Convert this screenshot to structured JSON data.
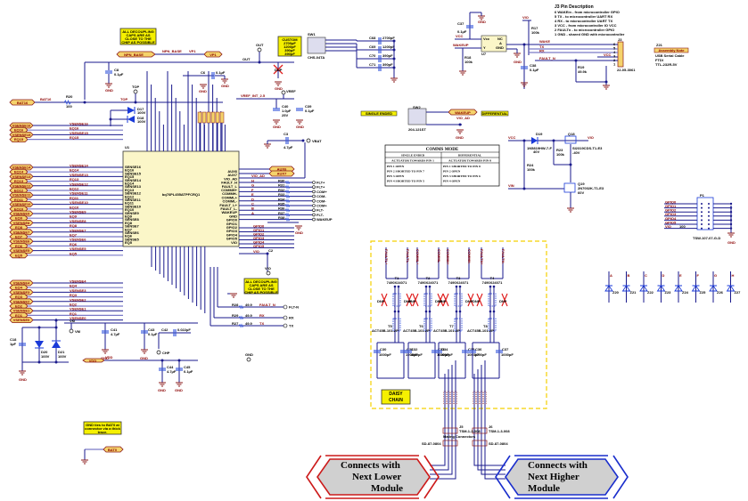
{
  "notes": {
    "decoupling_top": [
      "ALL DECOUPLING",
      "CAPS ARE AS",
      "CLOSE TO THE",
      "CHIP AS POSSIBLE"
    ],
    "decoupling_mid": [
      "ALL DECOUPLING",
      "CAPS ARE AS",
      "CLOSE TO THE",
      "CHIP AS POSSIBLE"
    ],
    "gnd_ties": [
      "GND ties to BAT0 at",
      "connector via a thick",
      "trace."
    ],
    "daisy_chain": [
      "DAISY",
      "CHAIN"
    ],
    "custom_caps": [
      "CUSTOM",
      "2700pF",
      "1200pF",
      "390pF",
      "390pF"
    ]
  },
  "j3": {
    "title": "J3 Pin Description",
    "lines": [
      "6 WAKEin - from microcontroller GPIO",
      "5 TX - to microcontroller UART RX",
      "4 RX - to microcontroller UART TX",
      "3 VCC - from microcontroller IO VCC",
      "2 FAULTn - to microcontroller GPIO",
      "1 GND - shared GND with microcontroller"
    ],
    "ref": "J3",
    "part": "22-05-3061",
    "nets": [
      "WAKE",
      "TX",
      "RX",
      "VCC",
      "FAULT_N"
    ]
  },
  "assembly": {
    "ref": "Z21",
    "badge": "Assembly Note",
    "lines": [
      "USB Serial Cable",
      "FTDI",
      "TTL-232R-5V"
    ]
  },
  "comms_table": {
    "title": "COMMS MODE",
    "headers": [
      "SINGLE ENDED",
      "DIFFERENTIAL"
    ],
    "subheaders": [
      "ACTUATOR TOWARDS PIN 1",
      "ACTUATOR TOWARDS PIN 8"
    ],
    "single_ended": [
      "PIN 1 OPEN",
      "PIN 2 SHORTED TO PIN 7",
      "PIN 3 OPEN",
      "PIN 4 SHORTED TO PIN 5"
    ],
    "differential": [
      "PIN 1 SHORTED TO PIN 8",
      "PIN 2 OPEN",
      "PIN 3 SHORTED TO PIN 6",
      "PIN 4 OPEN"
    ]
  },
  "ic": {
    "ref": "U1",
    "part": "bq76PL455ATPFCRQ1",
    "left_pins": [
      "SENSE16",
      "EQ16",
      "SENSE15",
      "EQ15",
      "SENSE14",
      "EQ14",
      "SENSE13",
      "EQ13",
      "SENSE12",
      "EQ12",
      "SENSE11",
      "EQ11",
      "SENSE10",
      "EQ10",
      "SENSE9",
      "EQ9",
      "SENSE8",
      "EQ8",
      "SENSE7",
      "EQ7",
      "SENSE6",
      "EQ6",
      "SENSE5",
      "EQ5"
    ],
    "right_pins": [
      "AUX6",
      "AUX7",
      "VIO_AD",
      "FAULT_H",
      "FAULT_L",
      "COMMH+",
      "COMMH-",
      "COMML+",
      "COMML-",
      "FAULT_L+",
      "FAULT_L-",
      "WAKEUP",
      "GND",
      "GPIO0",
      "GPIO1",
      "GPIO2",
      "GPIO3",
      "GPIO4",
      "GPIO5",
      "VIO"
    ]
  },
  "left_nets": {
    "top": [
      "VSENSE16",
      "EQ16",
      "VSENSE15",
      "EQ15"
    ],
    "mid": [
      "VSENSE14",
      "EQ14",
      "VSENSE13",
      "EQ13",
      "VSENSE12",
      "EQ12",
      "VSENSE11",
      "EQ11",
      "VSENSE10",
      "EQ10",
      "VSENSE9",
      "EQ9",
      "VSENSE8",
      "EQ8",
      "VSENSE7",
      "EQ7",
      "VSENSE6",
      "EQ6",
      "VSENSE5",
      "EQ5"
    ],
    "bottom": [
      "VSENSE4",
      "EQ4",
      "VSENSE3",
      "EQ3",
      "VSENSE2",
      "EQ2",
      "VSENSE1",
      "EQ1",
      "VSENSE0"
    ]
  },
  "right_outputs": [
    "FLT+",
    "FLT+",
    "COM+",
    "COM-",
    "COM-",
    "COM+",
    "FLT-",
    "FLT-",
    "WAKEUP"
  ],
  "right_letters": [
    "H",
    "G",
    "F",
    "E",
    "D",
    "C",
    "B",
    "A"
  ],
  "gpio_nets": [
    "GPIO0",
    "GPIO1",
    "GPIO2",
    "GPIO3",
    "GPIO4",
    "GPIO5"
  ],
  "labels": {
    "npn_base": "NPN_BASE",
    "vp1": "VP1",
    "out": "OUT",
    "top": "TOP",
    "bat16": "BAT16",
    "r20": "R20",
    "r20v": "100",
    "d17": "D17",
    "d18": "D18",
    "v100": "100V",
    "c8": "C8",
    "c8v": "0.1µF",
    "c6": "C6",
    "c6v": "0.1µF",
    "vref_int": "VREF_INT_2.5",
    "vref": "VREF",
    "c40": "C40",
    "c40v": "1.0µF",
    "c40r": "25V",
    "c39": "C39",
    "c39v": "0.1µF",
    "c3": "C3",
    "c3v": "4.7µF",
    "vbat": "VBAT",
    "sw1": "SW1",
    "sw1_part": "CHS-04TA",
    "sw2": "SW2",
    "sw2_part": "204-121ST",
    "single_ended_label": "SINGLE ENDED",
    "differential_label": "DIFFERENTIAL",
    "wake_label": "WAKEUP",
    "vio_ad": "VIO_AD",
    "dnp": "DNP",
    "gnd": "GND",
    "vm": "VM",
    "chp": "CHP",
    "vdd": "VDD",
    "c41": "C41",
    "c41v": "4.7µF",
    "c43": "C43",
    "c43v": "0.1µF",
    "c42": "C42",
    "c42v": "0.022µF",
    "c44": "C44",
    "c44v": "4.7µF",
    "c45": "C45",
    "c45v": "0.1µF",
    "c18": "C18",
    "c18v": "1µF",
    "d20": "D20",
    "d21": "D21",
    "bat0": "BAT0",
    "fault_n": "FAULT_N",
    "rx": "RX",
    "tx": "TX",
    "flt_n": "FLT-N",
    "r28": "R28",
    "r29": "R29",
    "r27": "R27",
    "r49": "49.9",
    "vio": "VIO",
    "vcc": "VCC",
    "vin": "VIN",
    "d19": "D19",
    "d19p": "1N5819HW-7-F",
    "d19v": "40V",
    "q18": "Q18",
    "q18p": "SI2319CDS-T1-E3",
    "q18v": "-40V",
    "q19": "Q19",
    "q19p": "2N7002K-T1-E3",
    "q19v": "60V",
    "r23": "R23",
    "r23v": "100k",
    "r24": "R24",
    "r24v": "100k",
    "c37": "C37",
    "c37v": "0.1µF",
    "u7": "U7",
    "r17": "R17",
    "r17v": "100k",
    "r18": "R18",
    "r18v": "100k",
    "r19": "R19",
    "r19v": "49.9k",
    "c38": "C38",
    "c38v": "0.1µF",
    "p1_part": "TSW-107-07-G-D",
    "p1": "P1",
    "pulldown": "100",
    "mating": "Mating Connectors",
    "j5": "J5",
    "j6": "J6",
    "j5p": "TSM-1-3-008",
    "j6p": "TSM-1-3-008",
    "conn_l": "SD-87-0804",
    "conn_r": "SD-87-0804",
    "cap1000": "1000pF",
    "act": "ACT45B-101-2P",
    "xfmr": "7490X24071"
  },
  "transformers": [
    "T1",
    "T2",
    "T3",
    "T4"
  ],
  "chokes": [
    "T5",
    "T6",
    "T7",
    "T8"
  ],
  "caps_bottom": [
    "C30",
    "C31",
    "C32",
    "C33",
    "C34",
    "C35",
    "C36",
    "C37"
  ],
  "tvs": [
    "Z20",
    "Z21",
    "Z22",
    "Z23",
    "Z24",
    "Z25",
    "Z26",
    "Z27"
  ],
  "tvs_letters": [
    "A",
    "B",
    "C",
    "D",
    "E",
    "F",
    "G",
    "H"
  ],
  "c_sw": [
    {
      "ref": "C68",
      "val": "2700pF"
    },
    {
      "ref": "C69",
      "val": "1200pF"
    },
    {
      "ref": "C70",
      "val": "390pF"
    },
    {
      "ref": "C71",
      "val": "390pF"
    }
  ],
  "module_lower": [
    "Connects with",
    "Next Lower",
    "Module"
  ],
  "module_higher": [
    "Connects with",
    "Next Higher",
    "Module"
  ],
  "colors": {
    "wire": "#1a1a8c",
    "gnd": "#8b1a1a",
    "port": "#f5d36b",
    "note": "#f5f000",
    "lower": "#cc1a1a",
    "higher": "#1a2ecc",
    "body": "#fbf6c8"
  }
}
